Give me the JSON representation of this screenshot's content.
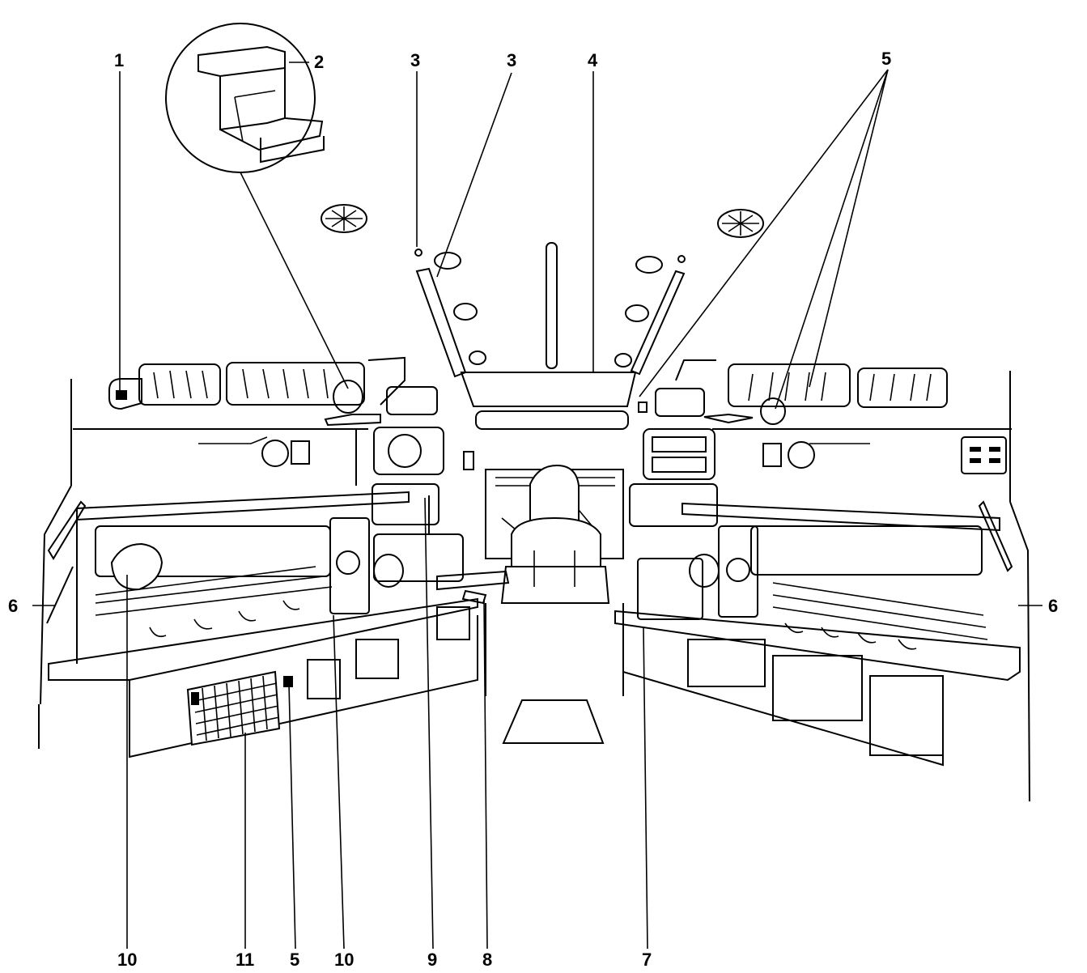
{
  "callouts": {
    "c1": "1",
    "c2": "2",
    "c3a": "3",
    "c3b": "3",
    "c4": "4",
    "c5top": "5",
    "c6left": "6",
    "c6right": "6",
    "c10a": "10",
    "c11": "11",
    "c5bottom": "5",
    "c10b": "10",
    "c9": "9",
    "c8": "8",
    "c7": "7"
  }
}
